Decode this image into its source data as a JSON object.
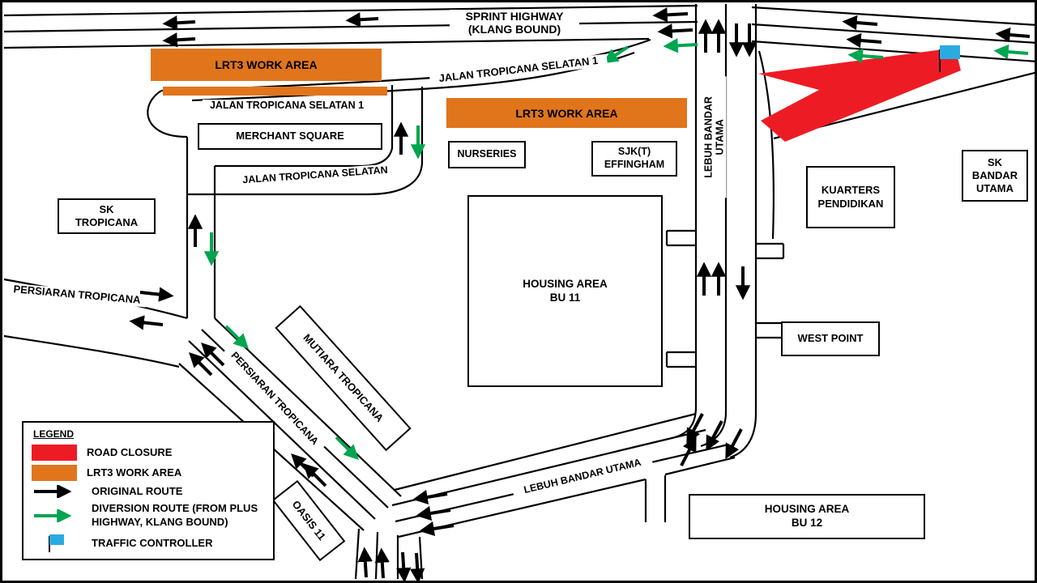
{
  "map": {
    "roads": {
      "sprint_highway": "SPRINT HIGHWAY\n(KLANG BOUND)",
      "jalan_tropicana_selatan_1": "JALAN TROPICANA SELATAN 1",
      "jalan_tropicana_selatan": "JALAN TROPICANA SELATAN",
      "lebuh_bandar_utama": "LEBUH BANDAR UTAMA",
      "persiaran_tropicana": "PERSIARAN TROPICANA"
    },
    "work_area_label": "LRT3 WORK AREA",
    "places": {
      "merchant_square": "MERCHANT SQUARE",
      "nurseries": "NURSERIES",
      "sjkt_effingham": "SJK(T)\nEFFINGHAM",
      "sk_tropicana": "SK\nTROPICANA",
      "sk_bandar_utama": "SK\nBANDAR\nUTAMA",
      "kuarters_pendidikan": "KUARTERS\nPENDIDIKAN",
      "housing_area_bu11": "HOUSING AREA\nBU 11",
      "west_point": "WEST POINT",
      "mutiara_tropicana": "MUTIARA TROPICANA",
      "oasis_11": "OASIS 11",
      "housing_area_bu12": "HOUSING AREA\nBU 12"
    }
  },
  "legend": {
    "title": "LEGEND",
    "items": [
      {
        "symbol": "road-closure-swatch",
        "label": "ROAD CLOSURE"
      },
      {
        "symbol": "work-area-swatch",
        "label": "LRT3 WORK AREA"
      },
      {
        "symbol": "original-route-arrow",
        "label": "ORIGINAL  ROUTE"
      },
      {
        "symbol": "diversion-route-arrow",
        "label": "DIVERSION ROUTE (FROM PLUS HIGHWAY, KLANG BOUND)"
      },
      {
        "symbol": "traffic-controller-flag",
        "label": "TRAFFIC CONTROLLER"
      }
    ]
  },
  "colors": {
    "road_closure": "#ED1C24",
    "work_area": "#E0751C",
    "original_route": "#000000",
    "diversion_route": "#00A550",
    "traffic_controller": "#29ABE2"
  }
}
